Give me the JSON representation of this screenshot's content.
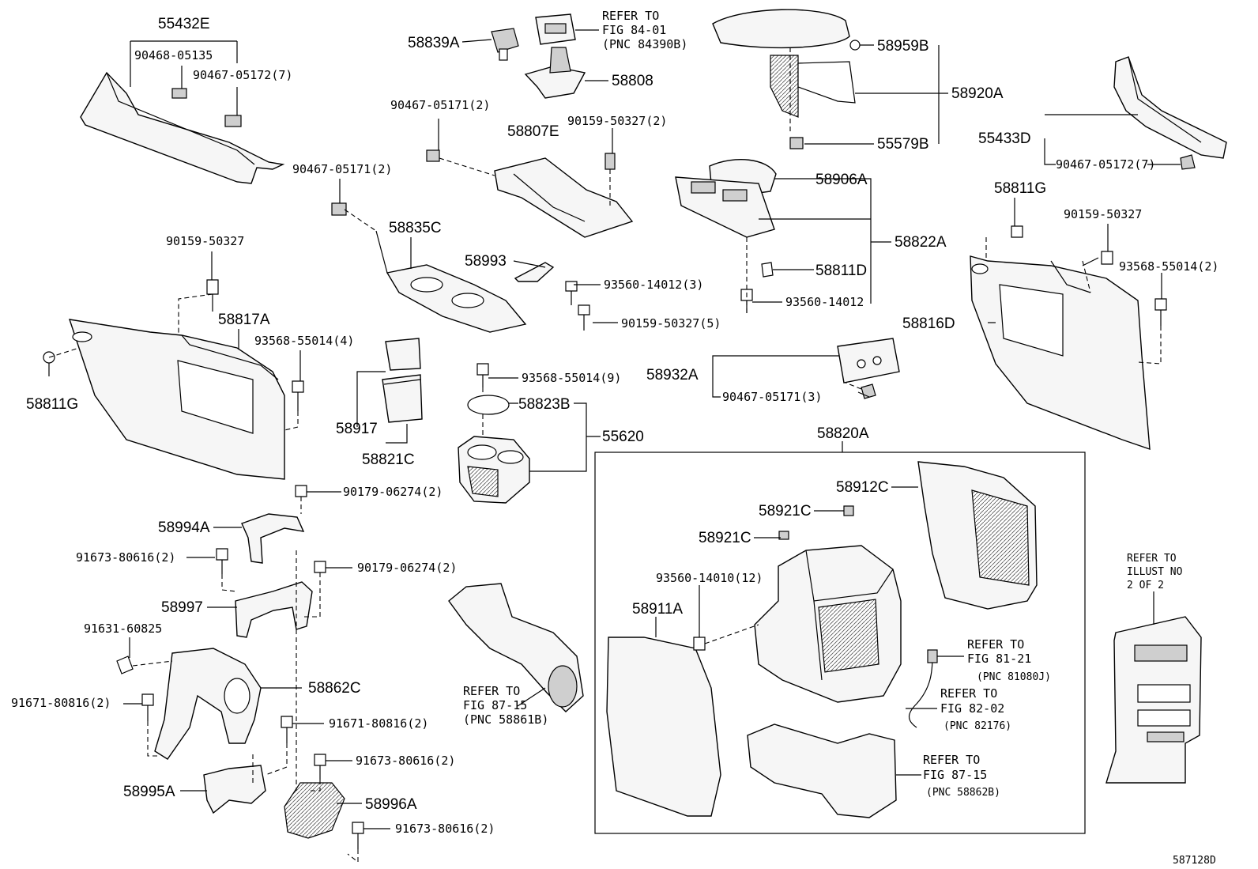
{
  "diagram_id": "587128D",
  "refs": {
    "fig8401": [
      "REFER TO",
      "FIG 84-01",
      "(PNC 84390B)"
    ],
    "fig8715a": [
      "REFER TO",
      "FIG 87-15",
      "(PNC 58861B)"
    ],
    "fig8121": [
      "REFER TO",
      "FIG 81-21",
      "(PNC 81080J)"
    ],
    "fig8202": [
      "REFER TO",
      "FIG 82-02",
      "(PNC 82176)"
    ],
    "fig8715b": [
      "REFER TO",
      "FIG 87-15",
      "(PNC 58862B)"
    ],
    "illust": [
      "REFER TO",
      "ILLUST NO",
      "2 OF 2"
    ]
  },
  "parts": {
    "p55432E": "55432E",
    "p90468_05135": "90468-05135",
    "p90467_05172_7a": "90467-05172(7)",
    "p58839A": "58839A",
    "p58808": "58808",
    "p58959B": "58959B",
    "p58920A": "58920A",
    "p55579B": "55579B",
    "p55433D": "55433D",
    "p90467_05172_7b": "90467-05172(7)",
    "p90467_05171_2a": "90467-05171(2)",
    "p58807E": "58807E",
    "p90159_50327_2": "90159-50327(2)",
    "p90467_05171_2b": "90467-05171(2)",
    "p58835C": "58835C",
    "p58906A": "58906A",
    "p58811G_r": "58811G",
    "p90159_50327_r": "90159-50327",
    "p93568_55014_2": "93568-55014(2)",
    "p90159_50327_l": "90159-50327",
    "p58993": "58993",
    "p93560_14012_3": "93560-14012(3)",
    "p58822A": "58822A",
    "p58811D": "58811D",
    "p93560_14012": "93560-14012",
    "p58817A": "58817A",
    "p90159_50327_5": "90159-50327(5)",
    "p58816D": "58816D",
    "p93568_55014_4": "93568-55014(4)",
    "p58811G_l": "58811G",
    "p93568_55014_9": "93568-55014(9)",
    "p58932A": "58932A",
    "p90467_05171_3": "90467-05171(3)",
    "p58823B": "58823B",
    "p58917": "58917",
    "p58821C": "58821C",
    "p55620": "55620",
    "p58820A": "58820A",
    "p90179_06274_2a": "90179-06274(2)",
    "p58912C": "58912C",
    "p58994A": "58994A",
    "p58921C_a": "58921C",
    "p58921C_b": "58921C",
    "p91673_80616_2a": "91673-80616(2)",
    "p90179_06274_2b": "90179-06274(2)",
    "p93560_14010_12": "93560-14010(12)",
    "p58997": "58997",
    "p58911A": "58911A",
    "p91631_60825": "91631-60825",
    "p58862C": "58862C",
    "p91671_80816_2a": "91671-80816(2)",
    "p91671_80816_2b": "91671-80816(2)",
    "p91673_80616_2b": "91673-80616(2)",
    "p58995A": "58995A",
    "p58996A": "58996A",
    "p91673_80616_2c": "91673-80616(2)"
  }
}
